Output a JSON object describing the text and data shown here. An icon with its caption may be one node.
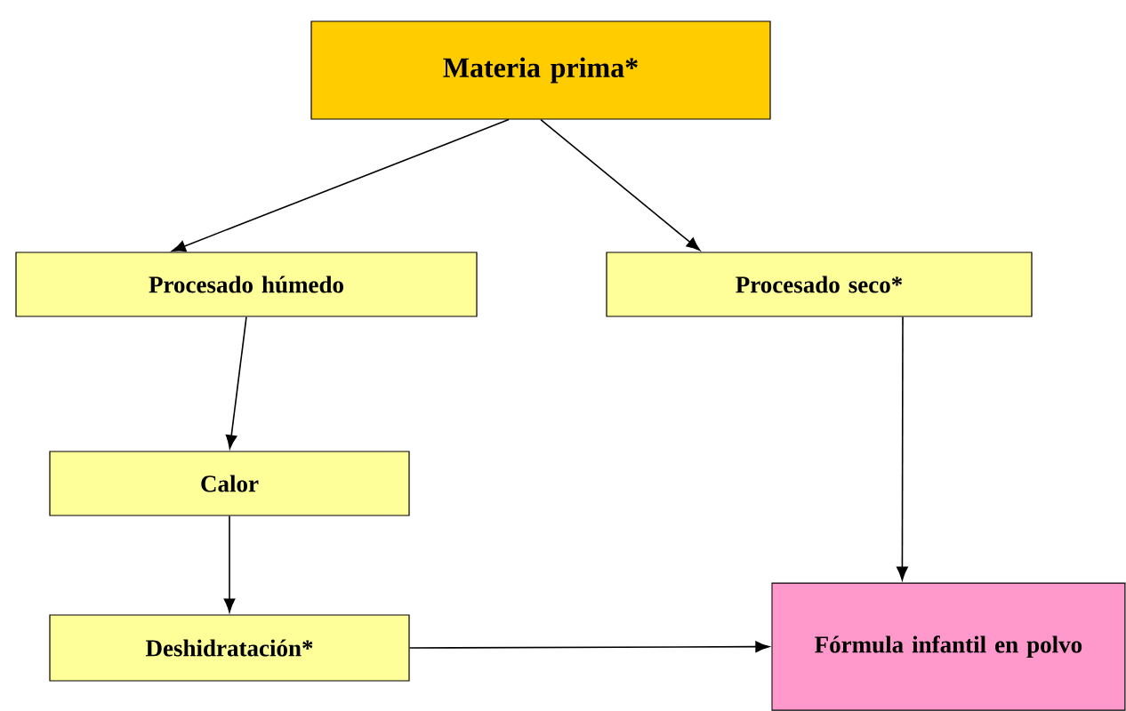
{
  "diagram": {
    "nodes": [
      {
        "text": [
          "Materia prima*"
        ]
      },
      {
        "text": [
          "Procesado húmedo"
        ]
      },
      {
        "text": [
          "Procesado seco*"
        ]
      },
      {
        "text": [
          "Calor"
        ]
      },
      {
        "text": [
          "Deshidratación*"
        ]
      },
      {
        "text": [
          "Fórmula infantil en polvo"
        ]
      }
    ],
    "edges": [
      {
        "from": 0,
        "to": 1,
        "arrow": "to"
      },
      {
        "from": 0,
        "to": 2,
        "arrow": "to"
      },
      {
        "from": 1,
        "to": 3,
        "arrow": "to"
      },
      {
        "from": 3,
        "to": 4,
        "arrow": "to"
      },
      {
        "from": 2,
        "to": 5,
        "arrow": "to"
      },
      {
        "from": 4,
        "to": 5,
        "arrow": "to"
      }
    ]
  }
}
